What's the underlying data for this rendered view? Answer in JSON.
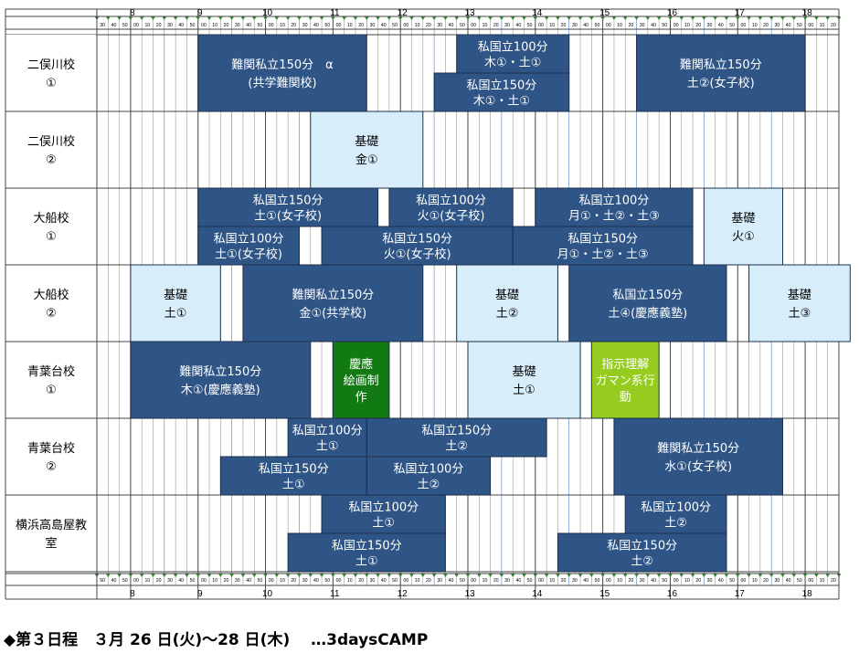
{
  "hours": [
    "8",
    "9",
    "10",
    "11",
    "12",
    "13",
    "14",
    "15",
    "16",
    "17",
    "18"
  ],
  "minutes_top": [
    "30",
    "40",
    "50",
    "00",
    "10",
    "20",
    "30",
    "40",
    "50"
  ],
  "minutes_bottom": [
    "50",
    "40",
    "50",
    "00",
    "10",
    "20",
    "30",
    "40",
    "50"
  ],
  "rows": [
    {
      "name_lines": [
        "二俣川校",
        "①"
      ]
    },
    {
      "name_lines": [
        "二俣川校",
        "②"
      ]
    },
    {
      "name_lines": [
        "大船校",
        "①"
      ]
    },
    {
      "name_lines": [
        "大船校",
        "②"
      ]
    },
    {
      "name_lines": [
        "青葉台校",
        "①"
      ]
    },
    {
      "name_lines": [
        "青葉台校",
        "②"
      ]
    },
    {
      "name_lines": [
        "横浜高島屋教",
        "室"
      ]
    }
  ],
  "blocks": [
    {
      "row": 0,
      "start": "9:00",
      "end": "11:30",
      "lines": [
        "難関私立150分　α",
        "(共学難関校)"
      ],
      "style": "dark",
      "band": "full"
    },
    {
      "row": 0,
      "start": "12:50",
      "end": "14:30",
      "lines": [
        "私国立100分",
        "木①・土①"
      ],
      "style": "dark",
      "band": "top"
    },
    {
      "row": 0,
      "start": "12:30",
      "end": "14:30",
      "lines": [
        "私国立150分",
        "木①・土①"
      ],
      "style": "dark",
      "band": "bottom"
    },
    {
      "row": 0,
      "start": "15:30",
      "end": "18:00",
      "lines": [
        "難関私立150分",
        "土②(女子校)"
      ],
      "style": "dark",
      "band": "full"
    },
    {
      "row": 1,
      "start": "10:40",
      "end": "12:20",
      "lines": [
        "基礎",
        "金①"
      ],
      "style": "light",
      "band": "full"
    },
    {
      "row": 2,
      "start": "9:00",
      "end": "11:40",
      "lines": [
        "私国立150分",
        "土①(女子校)"
      ],
      "style": "dark",
      "band": "top"
    },
    {
      "row": 2,
      "start": "9:00",
      "end": "10:30",
      "lines": [
        "私国立100分",
        "土①(女子校)"
      ],
      "style": "dark",
      "band": "bottom"
    },
    {
      "row": 2,
      "start": "11:50",
      "end": "13:40",
      "lines": [
        "私国立100分",
        "火①(女子校)"
      ],
      "style": "dark",
      "band": "top"
    },
    {
      "row": 2,
      "start": "10:50",
      "end": "13:40",
      "lines": [
        "私国立150分",
        "火①(女子校)"
      ],
      "style": "dark",
      "band": "bottom"
    },
    {
      "row": 2,
      "start": "14:00",
      "end": "16:20",
      "lines": [
        "私国立100分",
        "月①・土②・土③"
      ],
      "style": "dark",
      "band": "top"
    },
    {
      "row": 2,
      "start": "13:40",
      "end": "16:20",
      "lines": [
        "私国立150分",
        "月①・土②・土③"
      ],
      "style": "dark",
      "band": "bottom"
    },
    {
      "row": 2,
      "start": "16:30",
      "end": "17:40",
      "lines": [
        "基礎",
        "火①"
      ],
      "style": "light",
      "band": "full"
    },
    {
      "row": 3,
      "start": "8:00",
      "end": "9:20",
      "lines": [
        "基礎",
        "土①"
      ],
      "style": "light",
      "band": "full"
    },
    {
      "row": 3,
      "start": "9:40",
      "end": "12:20",
      "lines": [
        "難関私立150分",
        "金①(共学校)"
      ],
      "style": "dark",
      "band": "full"
    },
    {
      "row": 3,
      "start": "12:50",
      "end": "14:20",
      "lines": [
        "基礎",
        "土②"
      ],
      "style": "light",
      "band": "full"
    },
    {
      "row": 3,
      "start": "14:30",
      "end": "16:50",
      "lines": [
        "私国立150分",
        "土④(慶應義塾)"
      ],
      "style": "dark",
      "band": "full"
    },
    {
      "row": 3,
      "start": "17:10",
      "end": "18:40",
      "lines": [
        "基礎",
        "土③"
      ],
      "style": "light",
      "band": "full"
    },
    {
      "row": 4,
      "start": "8:00",
      "end": "10:40",
      "lines": [
        "難関私立150分",
        "木①(慶應義塾)"
      ],
      "style": "dark",
      "band": "full"
    },
    {
      "row": 4,
      "start": "11:00",
      "end": "11:50",
      "lines": [
        "慶應",
        "絵画制",
        "作"
      ],
      "style": "green",
      "band": "full"
    },
    {
      "row": 4,
      "start": "13:00",
      "end": "14:40",
      "lines": [
        "基礎",
        "土①"
      ],
      "style": "light",
      "band": "full"
    },
    {
      "row": 4,
      "start": "14:50",
      "end": "15:50",
      "lines": [
        "指示理解",
        "ガマン系行",
        "動"
      ],
      "style": "lime",
      "band": "full"
    },
    {
      "row": 5,
      "start": "10:20",
      "end": "11:30",
      "lines": [
        "私国立100分",
        "土①"
      ],
      "style": "dark",
      "band": "top"
    },
    {
      "row": 5,
      "start": "9:20",
      "end": "11:30",
      "lines": [
        "私国立150分",
        "土①"
      ],
      "style": "dark",
      "band": "bottom"
    },
    {
      "row": 5,
      "start": "11:30",
      "end": "14:10",
      "lines": [
        "私国立150分",
        "土②"
      ],
      "style": "dark",
      "band": "top"
    },
    {
      "row": 5,
      "start": "11:30",
      "end": "13:20",
      "lines": [
        "私国立100分",
        "土②"
      ],
      "style": "dark",
      "band": "bottom"
    },
    {
      "row": 5,
      "start": "15:10",
      "end": "17:40",
      "lines": [
        "難関私立150分",
        "水①(女子校)"
      ],
      "style": "dark",
      "band": "full"
    },
    {
      "row": 6,
      "start": "10:50",
      "end": "12:40",
      "lines": [
        "私国立100分",
        "土①"
      ],
      "style": "dark",
      "band": "top"
    },
    {
      "row": 6,
      "start": "10:20",
      "end": "12:40",
      "lines": [
        "私国立150分",
        "土①"
      ],
      "style": "dark",
      "band": "bottom"
    },
    {
      "row": 6,
      "start": "15:20",
      "end": "16:50",
      "lines": [
        "私国立100分",
        "土②"
      ],
      "style": "dark",
      "band": "top"
    },
    {
      "row": 6,
      "start": "14:20",
      "end": "16:50",
      "lines": [
        "私国立150分",
        "土②"
      ],
      "style": "dark",
      "band": "bottom"
    }
  ],
  "colors": {
    "dark": "#2f5587",
    "light": "#d8edfa",
    "green": "#127a12",
    "lime": "#95cc1f",
    "grid": "#9a9a9a",
    "half_line": "#4f7fc9",
    "tick_mark": "#2d8c2d"
  },
  "caption": "◆第３日程　３月 26 日(火)～28 日(木)　 …3daysCAMP"
}
